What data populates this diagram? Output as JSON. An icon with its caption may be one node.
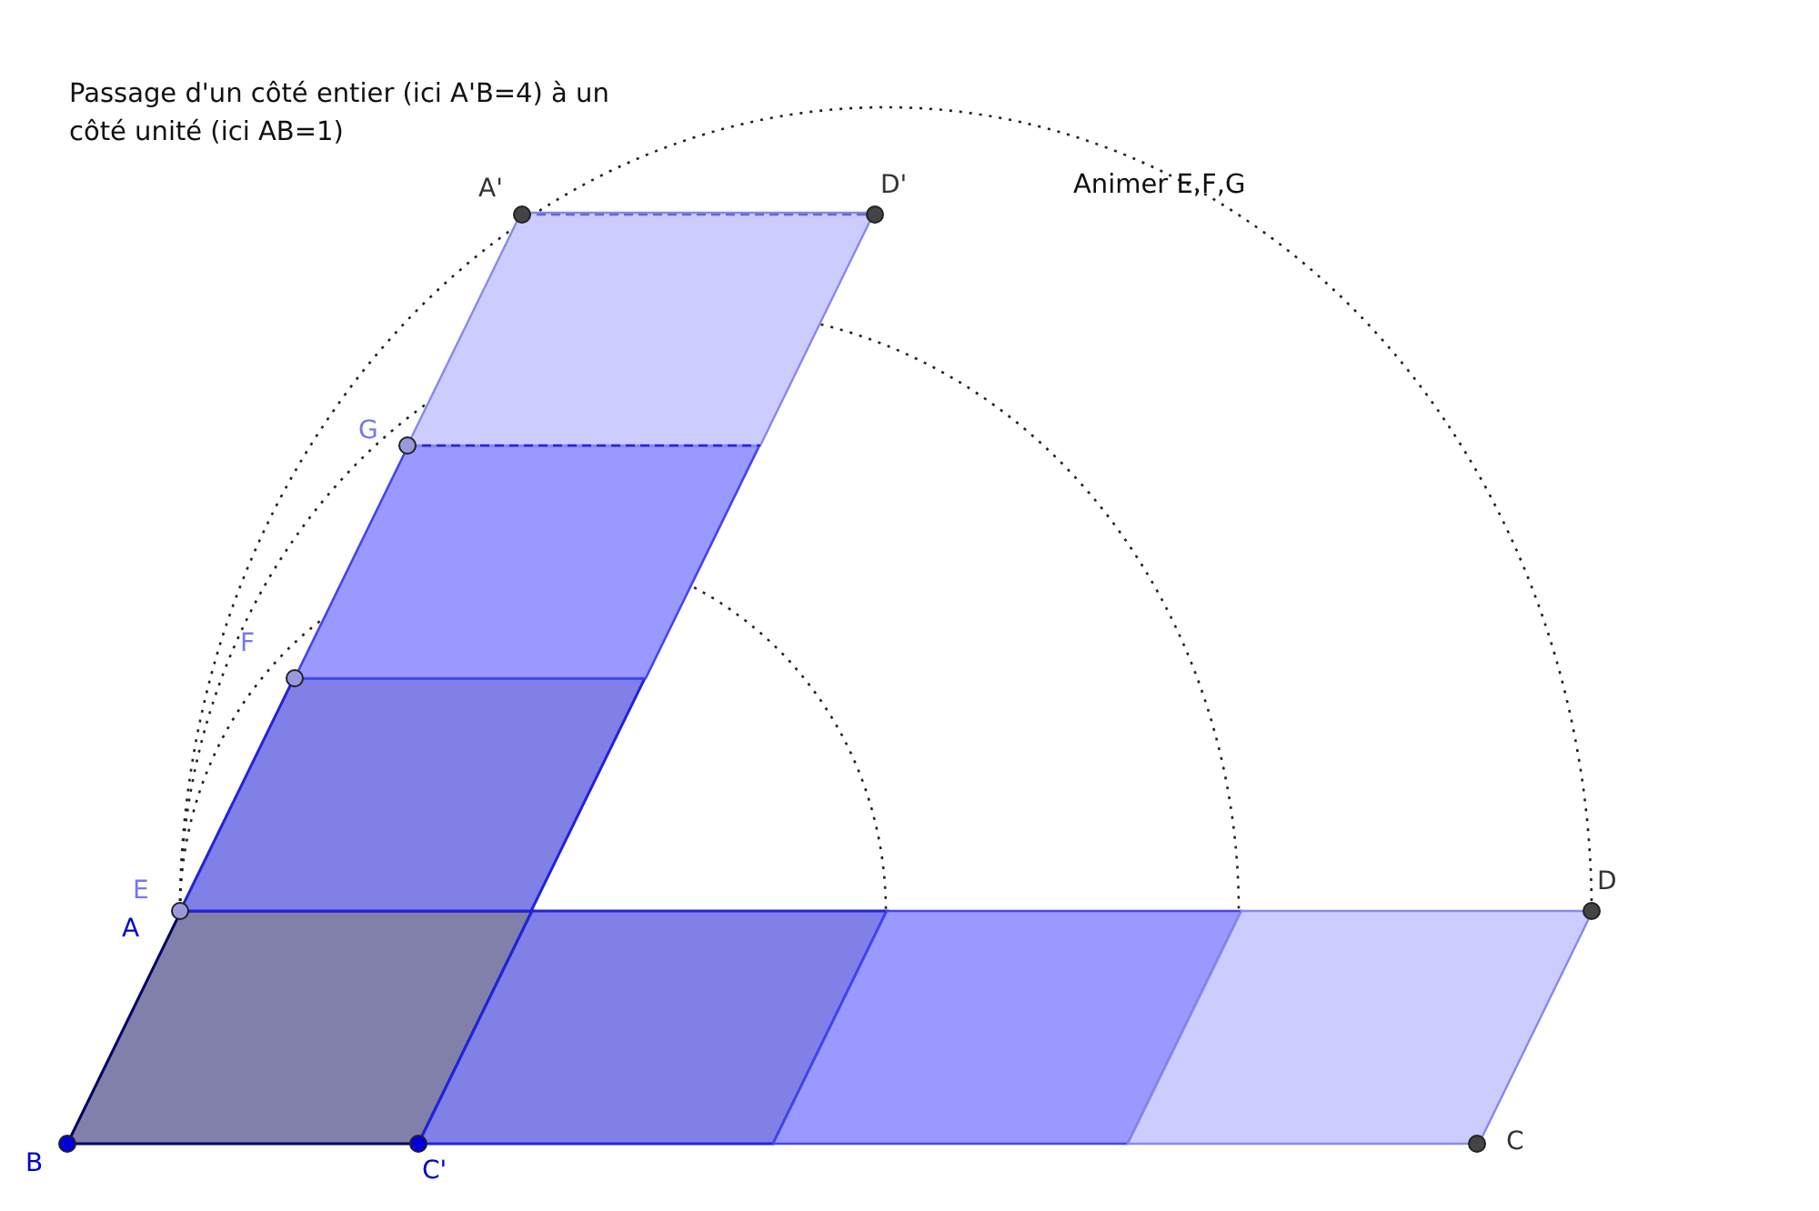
{
  "diagram": {
    "title": "Passage d'un côté entier (ici A'B=4) à un côté unité (ici AB=1)",
    "labels": [
      "A'",
      "D'",
      "Animer E,F,G",
      "G",
      "F",
      "E",
      "A",
      "D",
      "B",
      "C'",
      "C"
    ]
  }
}
